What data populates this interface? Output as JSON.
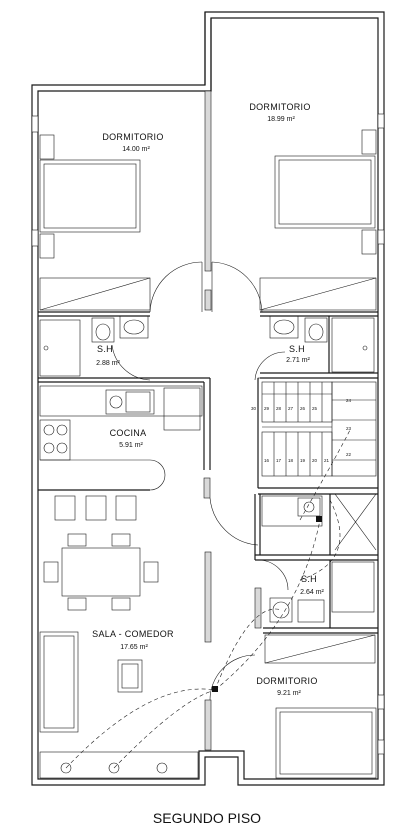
{
  "plan_title": "SEGUNDO PISO",
  "rooms": {
    "dorm1": {
      "name": "DORMITORIO",
      "area": "14.00 m²"
    },
    "dorm2": {
      "name": "DORMITORIO",
      "area": "18.99 m²"
    },
    "sh1": {
      "name": "S.H",
      "area": "2.88 m²"
    },
    "sh2": {
      "name": "S.H",
      "area": "2.71 m²"
    },
    "cocina": {
      "name": "COCINA",
      "area": "5.91 m²"
    },
    "sala": {
      "name": "SALA - COMEDOR",
      "area": "17.65 m²"
    },
    "sh3": {
      "name": "S.H",
      "area": "2.64 m²"
    },
    "dorm3": {
      "name": "DORMITORIO",
      "area": "9.21 m²"
    }
  },
  "stairs": {
    "top_row": [
      "30",
      "29",
      "28",
      "27",
      "26",
      "25"
    ],
    "bottom_row": [
      "16",
      "17",
      "18",
      "19",
      "20",
      "21"
    ],
    "side": [
      "24",
      "23",
      "22"
    ]
  }
}
